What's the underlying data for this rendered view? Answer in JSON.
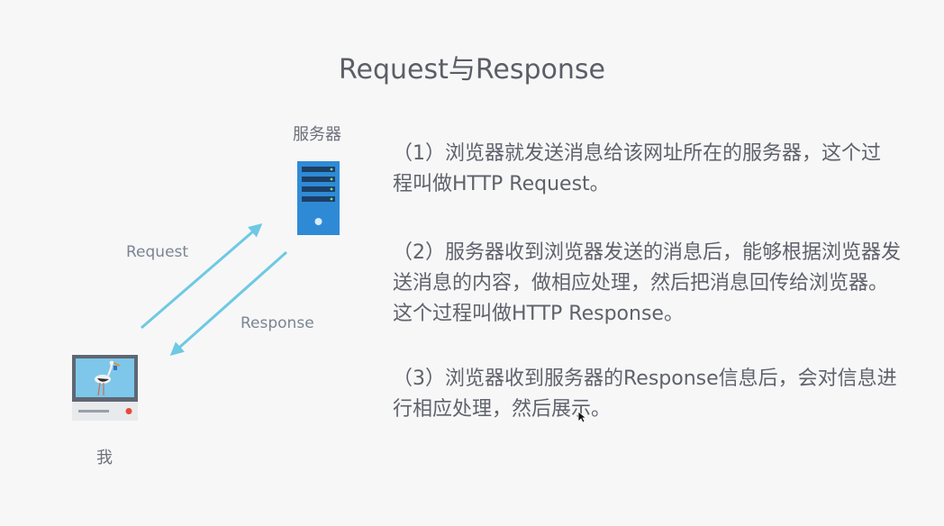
{
  "slide": {
    "title": "Request与Response",
    "diagram": {
      "server_label": "服务器",
      "client_label": "我",
      "request_label": "Request",
      "response_label": "Response"
    },
    "steps": [
      "（1）浏览器就发送消息给该网址所在的服务器，这个过程叫做HTTP Request。",
      "（2）服务器收到浏览器发送的消息后，能够根据浏览器发送消息的内容，做相应处理，然后把消息回传给浏览器。这个过程叫做HTTP Response。",
      "（3）浏览器收到服务器的Response信息后，会对信息进行相应处理，然后展示。"
    ],
    "colors": {
      "background": "#f7f7f8",
      "arrow": "#6ec9e3",
      "server": "#2f8ad6",
      "text": "#5f626b"
    },
    "icons": {
      "server": "server-icon",
      "client": "computer-icon",
      "cursor": "mouse-cursor-icon"
    }
  }
}
